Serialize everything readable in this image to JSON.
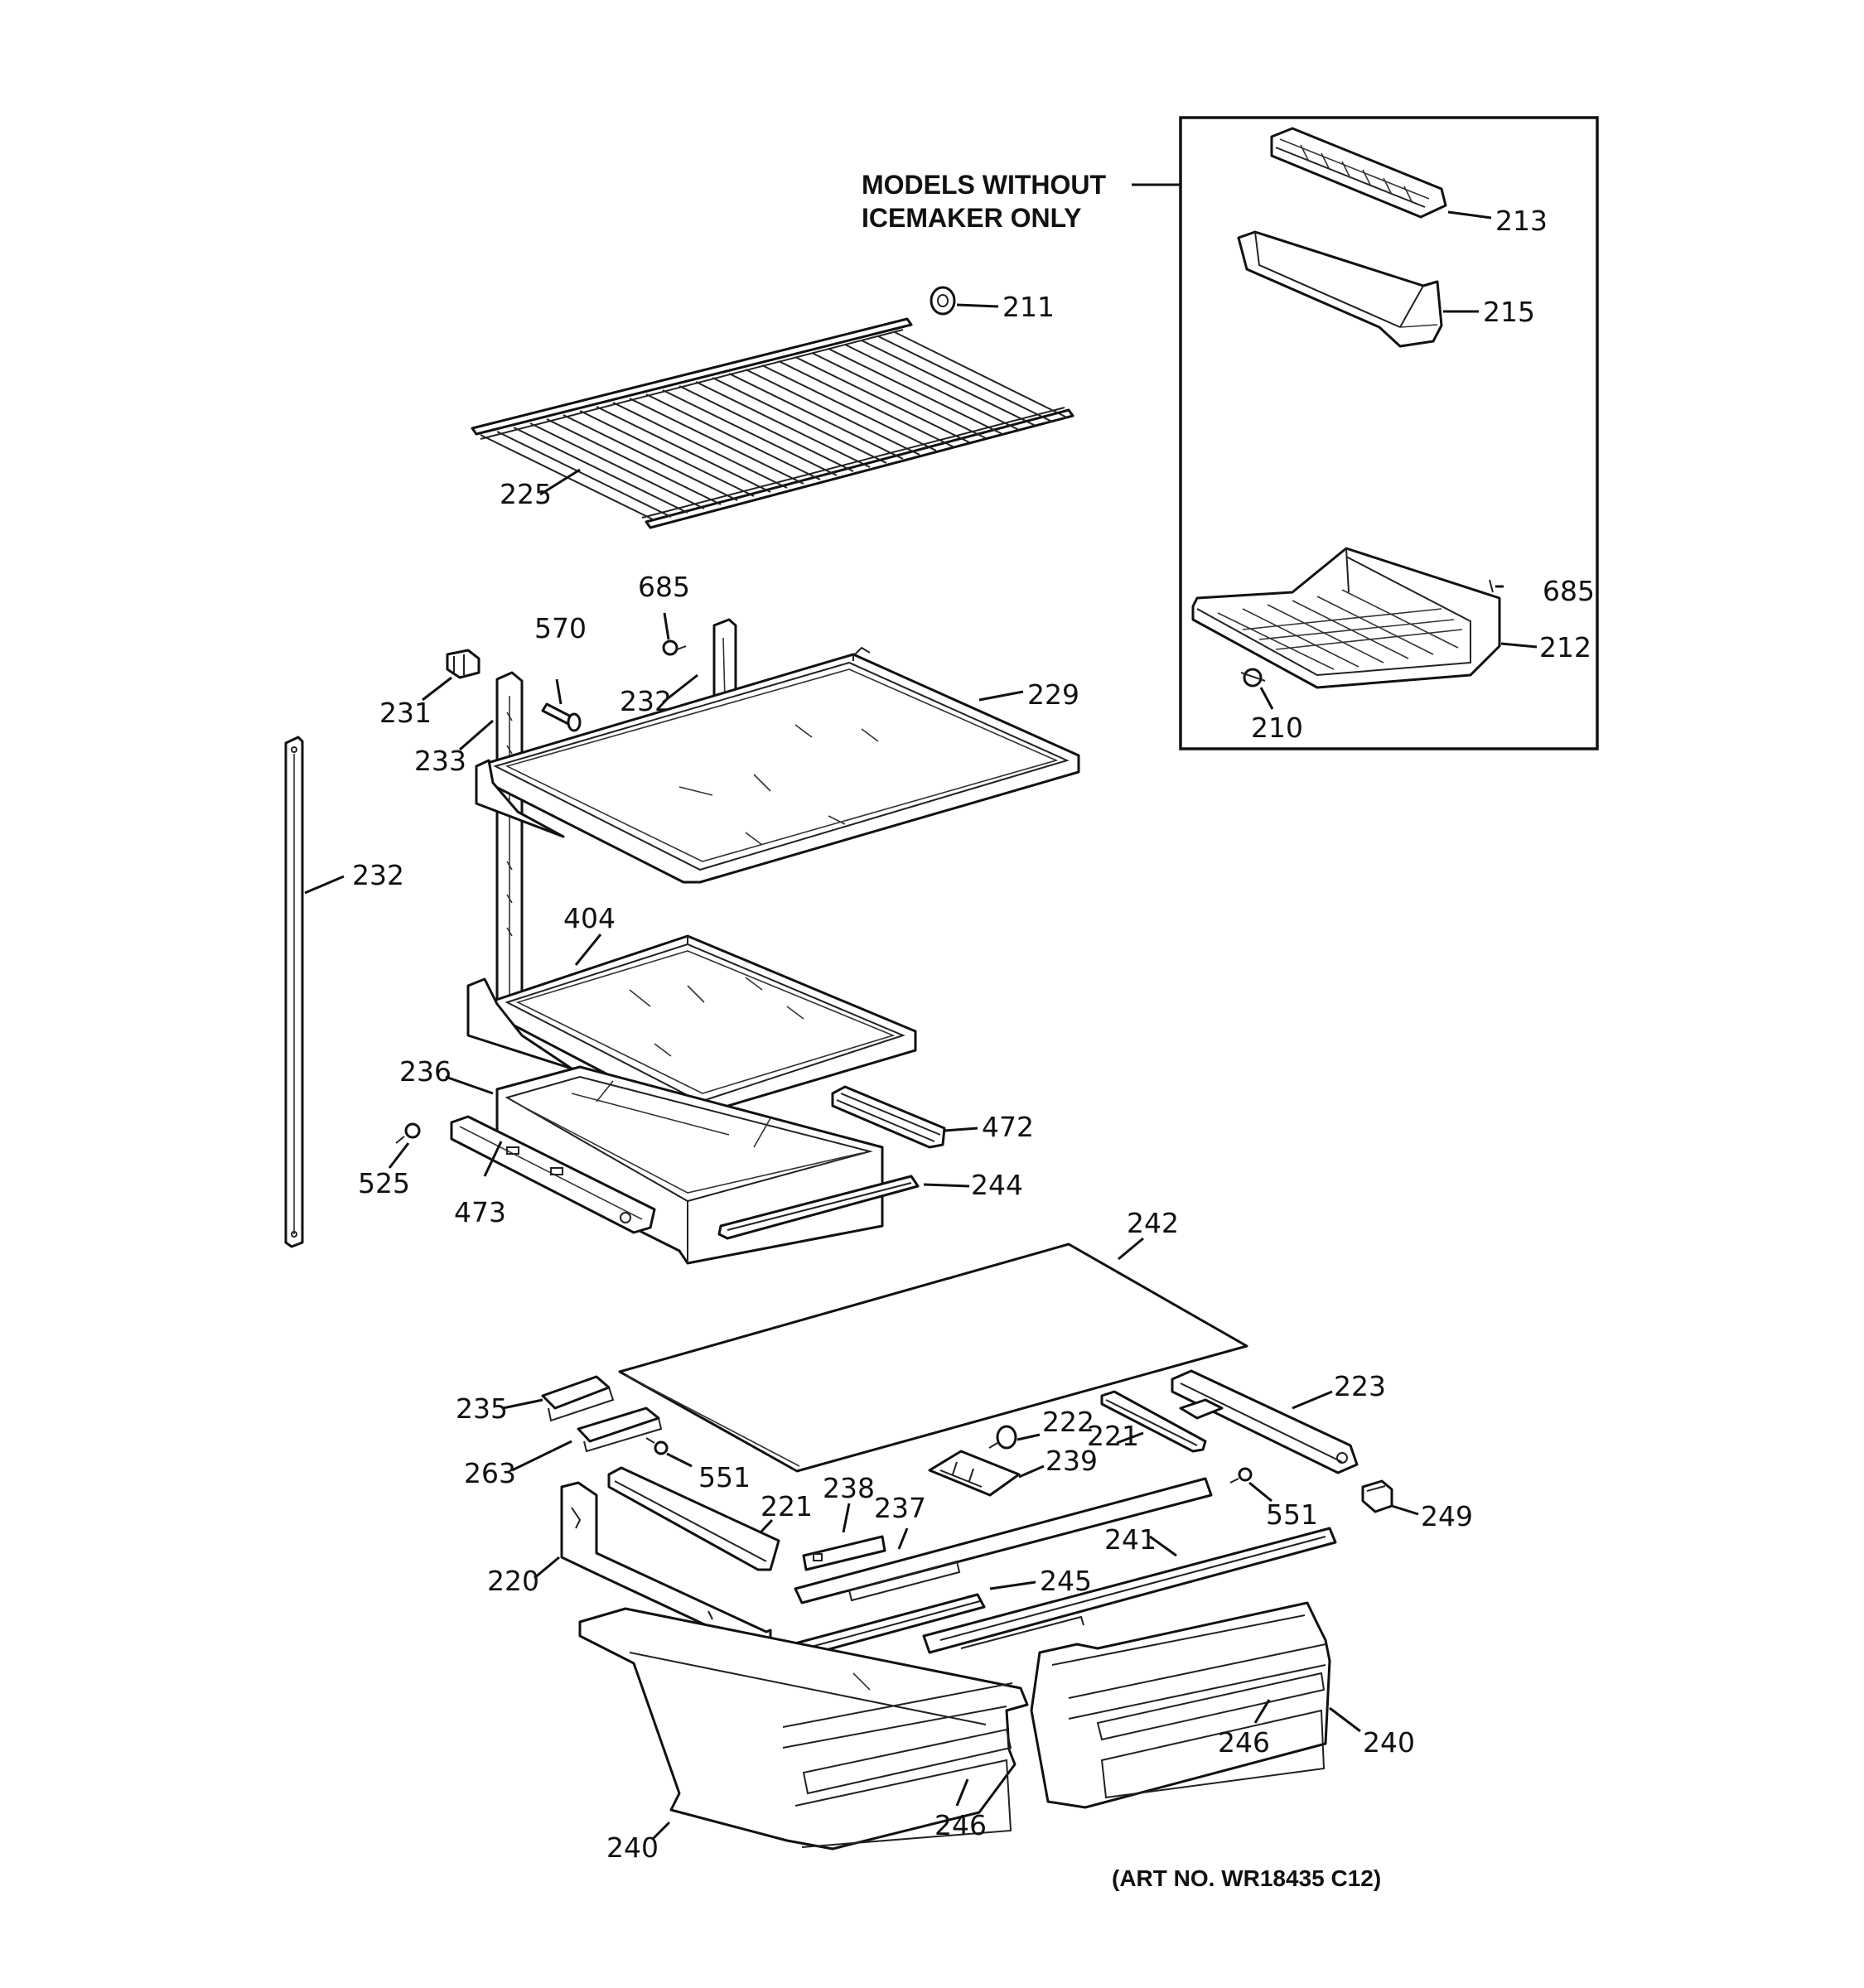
{
  "header": {
    "models_note_line1": "MODELS WITHOUT",
    "models_note_line2": "ICEMAKER ONLY"
  },
  "footer": {
    "art_number": "(ART NO. WR18435 C12)"
  },
  "callouts": {
    "c211": "211",
    "c213": "213",
    "c215": "215",
    "c685_box": "685",
    "c212": "212",
    "c210": "210",
    "c225": "225",
    "c685": "685",
    "c570": "570",
    "c231": "231",
    "c232_top": "232",
    "c229": "229",
    "c233": "233",
    "c232_side": "232",
    "c404": "404",
    "c236": "236",
    "c472": "472",
    "c525": "525",
    "c473": "473",
    "c244": "244",
    "c242": "242",
    "c223": "223",
    "c235": "235",
    "c222": "222",
    "c221_right": "221",
    "c263": "263",
    "c239": "239",
    "c551_left": "551",
    "c238": "238",
    "c237": "237",
    "c221_left": "221",
    "c551_right": "551",
    "c249": "249",
    "c241": "241",
    "c220": "220",
    "c245": "245",
    "c246_right": "246",
    "c240_right": "240",
    "c246_left": "246",
    "c240_left": "240"
  }
}
